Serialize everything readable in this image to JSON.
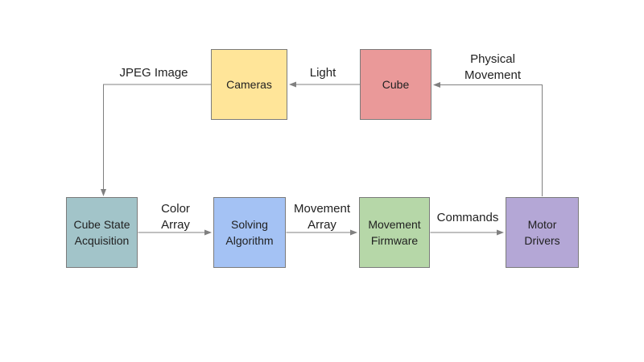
{
  "diagram": {
    "background": "#ffffff",
    "connector_color": "#808080",
    "node_border_color": "#7b7b7b",
    "text_color": "#212121",
    "nodes": [
      {
        "id": "cameras",
        "label": "Cameras",
        "fill": "#ffe599"
      },
      {
        "id": "cube",
        "label": "Cube",
        "fill": "#ea9999"
      },
      {
        "id": "cube-state-acquisition",
        "label": "Cube State Acquisition",
        "fill": "#a2c4c9"
      },
      {
        "id": "solving-algorithm",
        "label": "Solving Algorithm",
        "fill": "#a4c2f4"
      },
      {
        "id": "movement-firmware",
        "label": "Movement Firmware",
        "fill": "#b6d7a8"
      },
      {
        "id": "motor-drivers",
        "label": "Motor Drivers",
        "fill": "#b4a7d6"
      }
    ],
    "edges": [
      {
        "label": "JPEG Image",
        "from": "Cameras",
        "to": "Cube State Acquisition"
      },
      {
        "label": "Light",
        "from": "Cube",
        "to": "Cameras"
      },
      {
        "label": "Physical Movement",
        "from": "Motor Drivers",
        "to": "Cube"
      },
      {
        "label": "Color Array",
        "from": "Cube State Acquisition",
        "to": "Solving Algorithm"
      },
      {
        "label": "Movement Array",
        "from": "Solving Algorithm",
        "to": "Movement Firmware"
      },
      {
        "label": "Commands",
        "from": "Movement Firmware",
        "to": "Motor Drivers"
      }
    ]
  }
}
